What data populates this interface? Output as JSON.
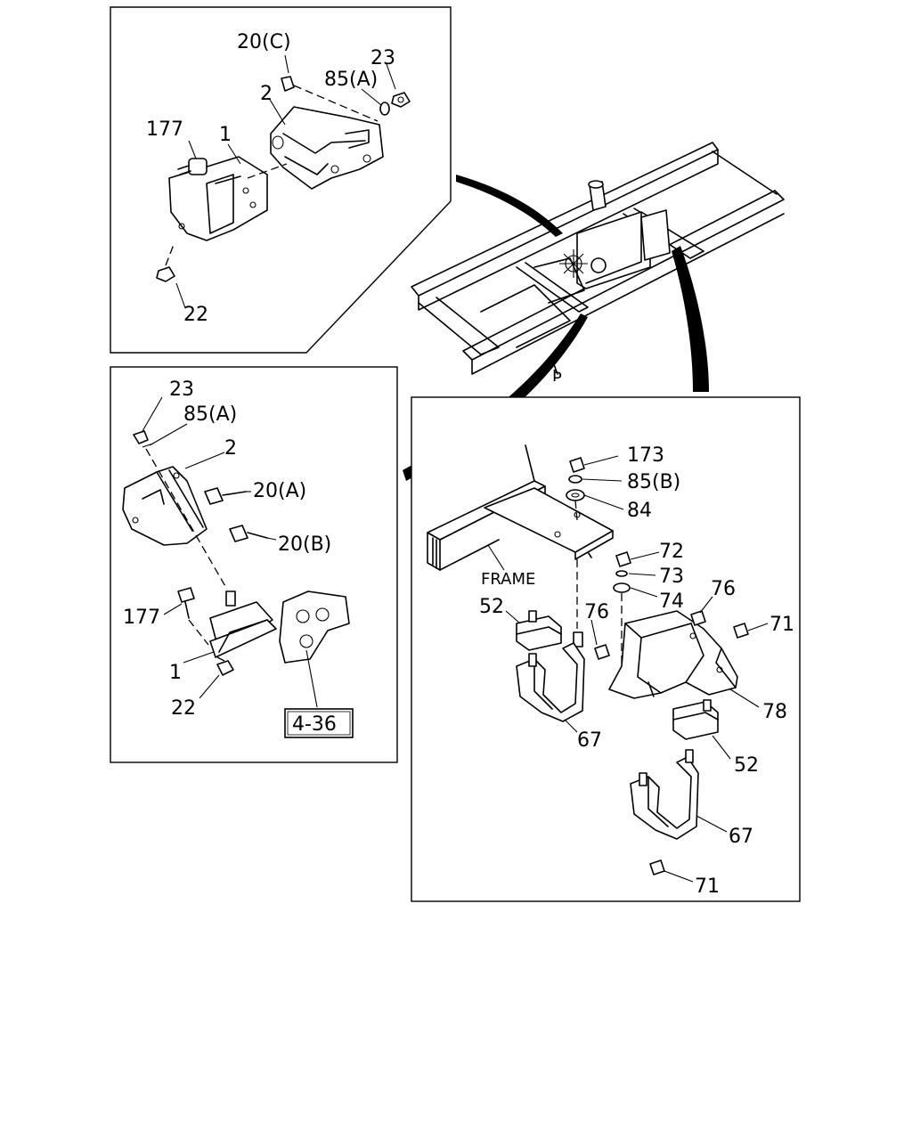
{
  "top_panel": {
    "labels": {
      "p20c": "20(C)",
      "p85a": "85(A)",
      "p23": "23",
      "p2": "2",
      "p177": "177",
      "p1": "1",
      "p22": "22"
    }
  },
  "left_panel": {
    "labels": {
      "p23": "23",
      "p85a": "85(A)",
      "p2": "2",
      "p20a": "20(A)",
      "p20b": "20(B)",
      "p177": "177",
      "p1": "1",
      "p22": "22"
    },
    "ref_box": "4-36"
  },
  "right_panel": {
    "labels": {
      "p173": "173",
      "p85b": "85(B)",
      "p84": "84",
      "frame": "FRAME",
      "p72": "72",
      "p73": "73",
      "p74": "74",
      "p76a": "76",
      "p76b": "76",
      "p71a": "71",
      "p52a": "52",
      "p78": "78",
      "p67a": "67",
      "p52b": "52",
      "p67b": "67",
      "p71b": "71"
    }
  }
}
